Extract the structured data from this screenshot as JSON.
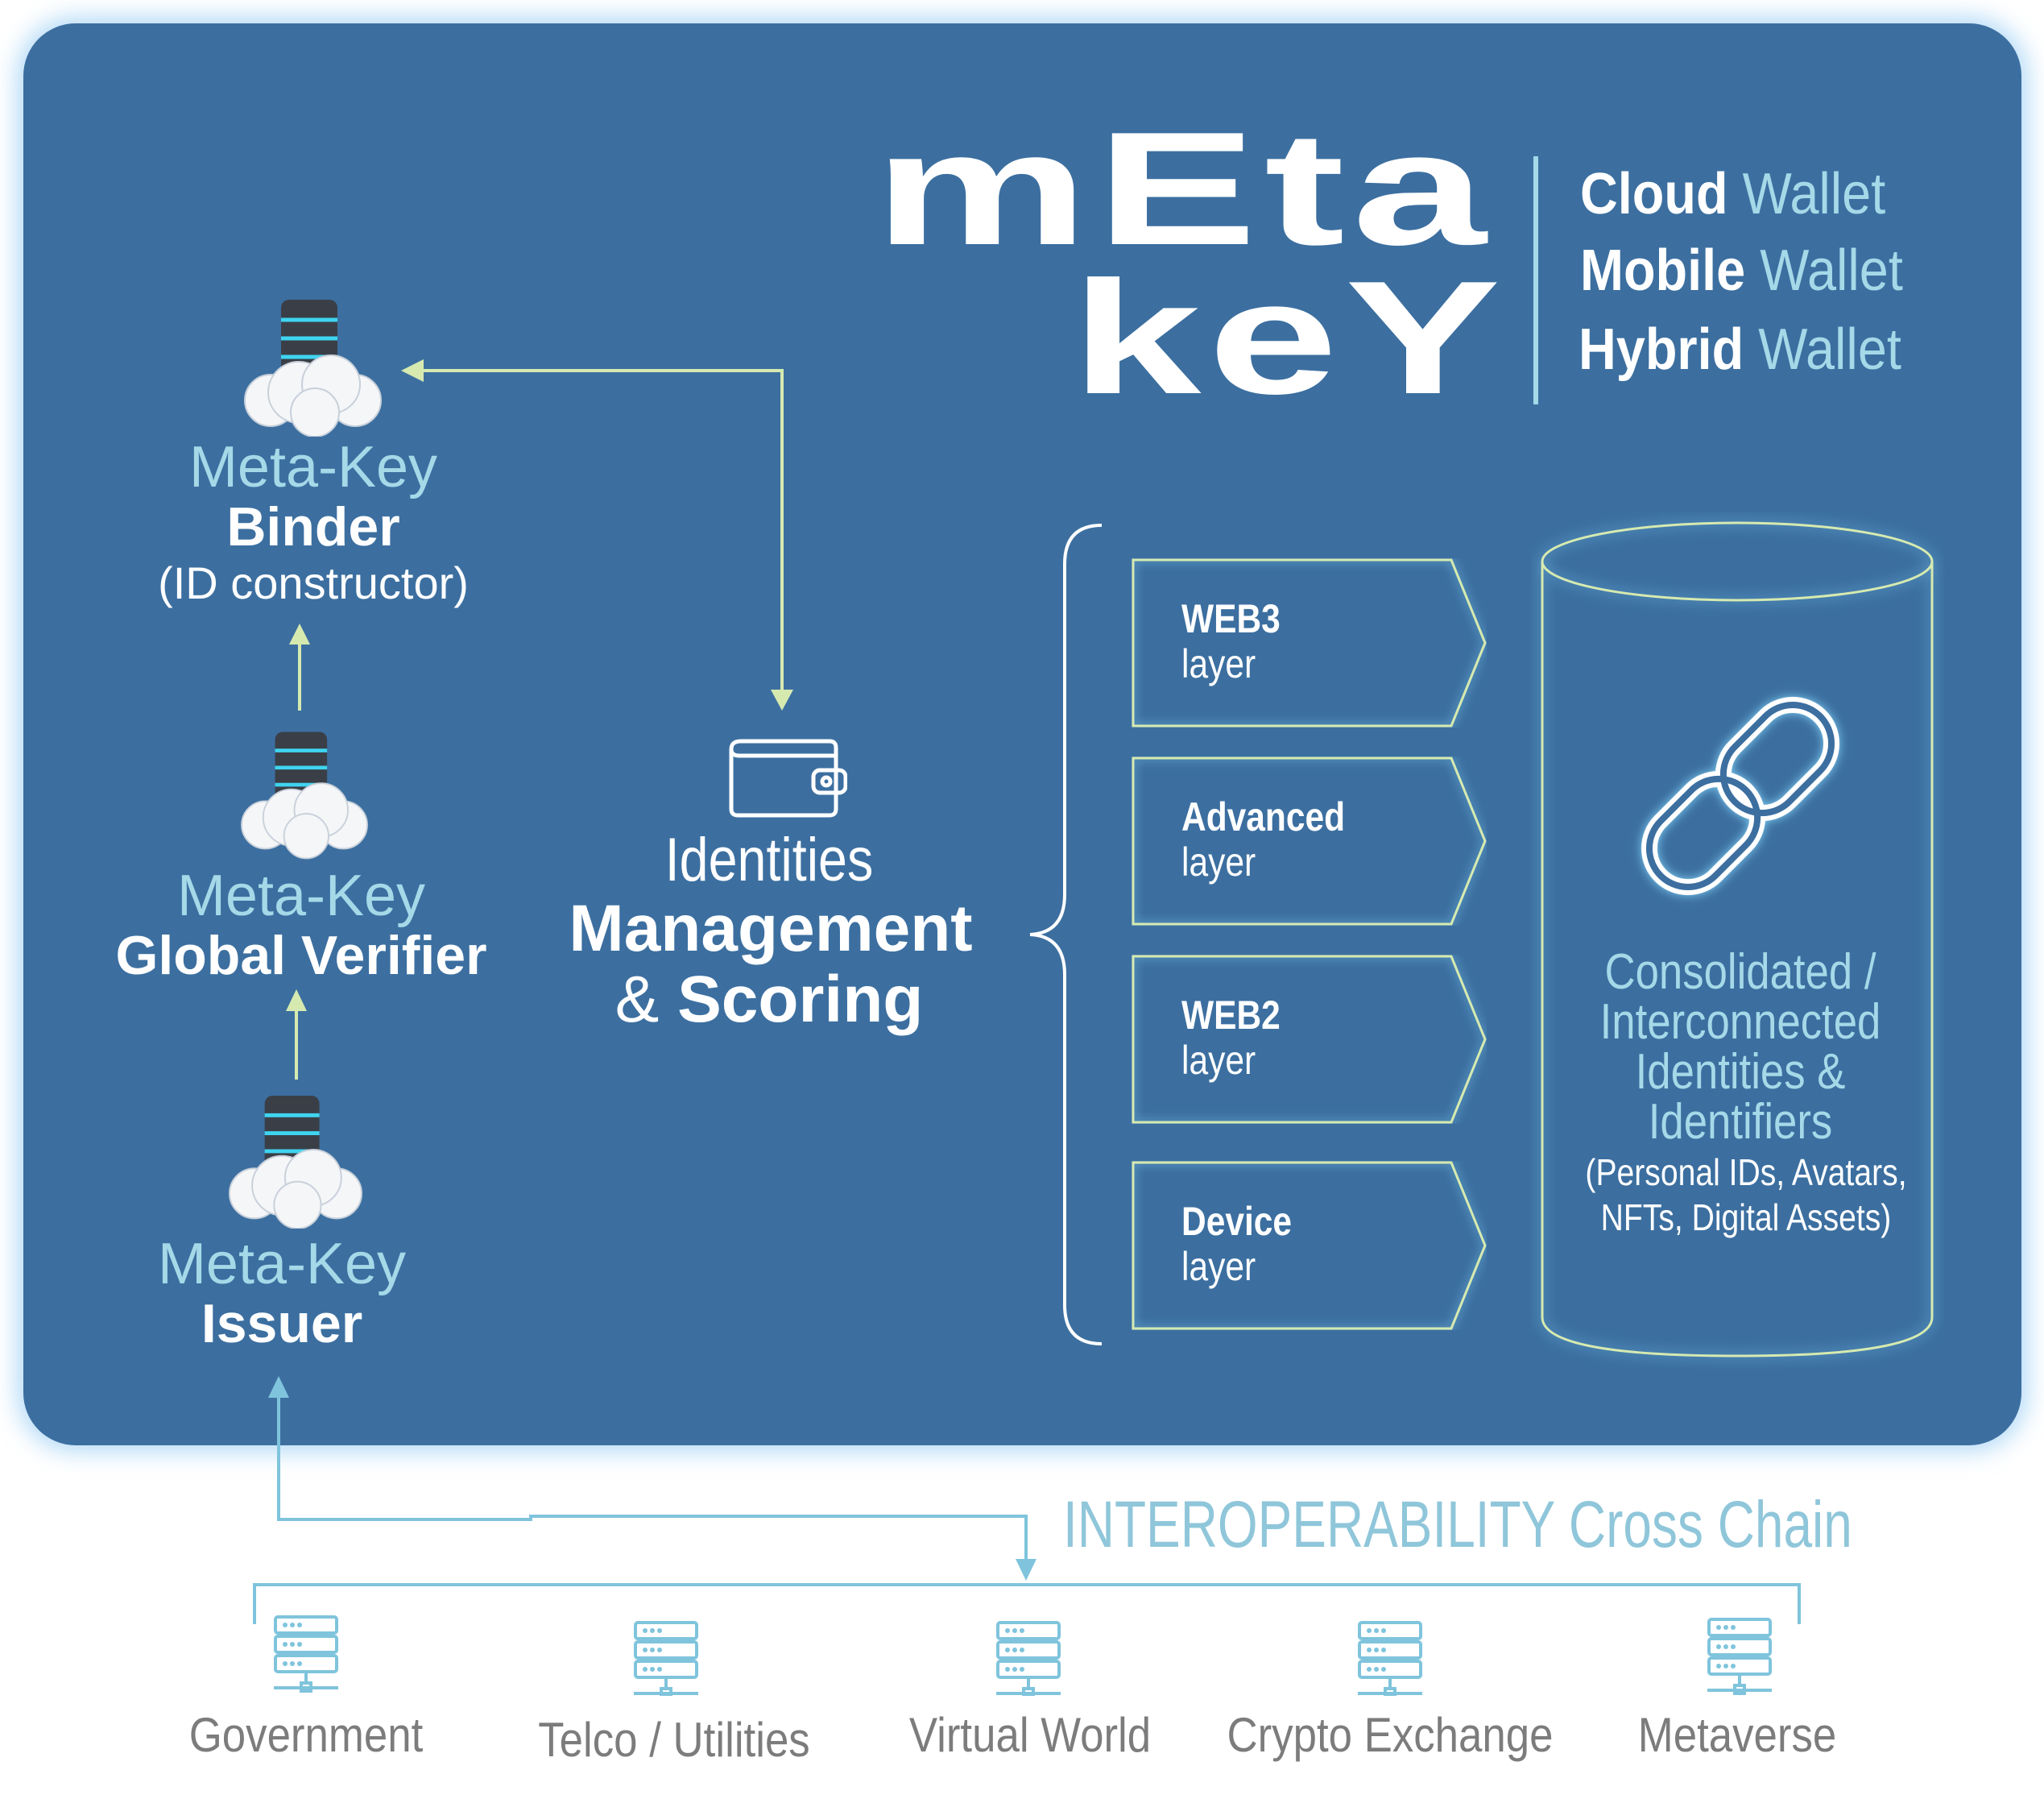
{
  "logo": {
    "line1": "mEta",
    "line2": "keY"
  },
  "wallets": [
    {
      "bold": "Cloud",
      "rest": "Wallet"
    },
    {
      "bold": "Mobile",
      "rest": "Wallet"
    },
    {
      "bold": "Hybrid",
      "rest": "Wallet"
    }
  ],
  "binder": {
    "prefix": "Meta-Key",
    "name": "Binder",
    "note": "(ID constructor)"
  },
  "verifier": {
    "prefix": "Meta-Key",
    "name": "Global Verifier"
  },
  "issuer": {
    "prefix": "Meta-Key",
    "name": "Issuer"
  },
  "identities": {
    "line1": "Identities",
    "line2": "Management",
    "amp": "&",
    "line3": "Scoring"
  },
  "layers": [
    {
      "title": "WEB3",
      "sub": "layer"
    },
    {
      "title": "Advanced",
      "sub": "layer"
    },
    {
      "title": "WEB2",
      "sub": "layer"
    },
    {
      "title": "Device",
      "sub": "layer"
    }
  ],
  "store": {
    "lines": [
      "Consolidated /",
      "Interconnected",
      "Identities &",
      "Identifiers"
    ],
    "note1": "(Personal IDs, Avatars,",
    "note2": "NFTs, Digital Assets)"
  },
  "interop": "INTEROPERABILITY Cross Chain",
  "categories": [
    "Government",
    "Telco / Utilities",
    "Virtual World",
    "Crypto Exchange",
    "Metaverse"
  ],
  "colors": {
    "panel": "#3c6fa0",
    "accent": "#a5d9e8",
    "arrow": "#d6eab0",
    "gray": "#7c7c7c"
  }
}
